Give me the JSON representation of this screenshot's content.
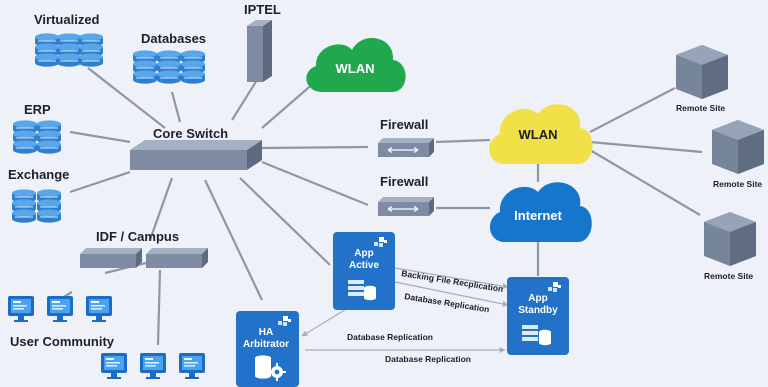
{
  "labels": {
    "virtualized": "Virtualized",
    "databases": "Databases",
    "iptel": "IPTEL",
    "erp": "ERP",
    "exchange": "Exchange",
    "core_switch": "Core Switch",
    "idf_campus": "IDF / Campus",
    "user_community": "User Community",
    "firewall_top": "Firewall",
    "firewall_bottom": "Firewall",
    "wlan_top": "WLAN",
    "wlan_mid": "WLAN",
    "internet": "Internet",
    "remote_site_1": "Remote Site",
    "remote_site_2": "Remote Site",
    "remote_site_3": "Remote Site",
    "app_active_l1": "App",
    "app_active_l2": "Active",
    "app_standby_l1": "App",
    "app_standby_l2": "Standby",
    "ha_l1": "HA",
    "ha_l2": "Arbitrator",
    "backing_file_replication": "Backing File Recplication",
    "db_replication_diag": "Database Replication",
    "db_replication_1": "Database Replication",
    "db_replication_2": "Database Replication"
  },
  "colors": {
    "background": "#eef2f8",
    "switch": "#7e8ba3",
    "db_blue": "#2f7fd0",
    "server_blue": "#2172c8",
    "cloud_green": "#22a84c",
    "cloud_yellow": "#f2e048",
    "cloud_blue": "#1676cc",
    "cube_gray": "#77859b",
    "connector": "#8f97a4"
  },
  "icons": [
    "database-icon",
    "switch-icon",
    "tower-server-icon",
    "cloud-icon",
    "firewall-icon",
    "server-node-icon",
    "monitor-icon",
    "cube-icon",
    "gear-icon",
    "arrow-icon"
  ]
}
